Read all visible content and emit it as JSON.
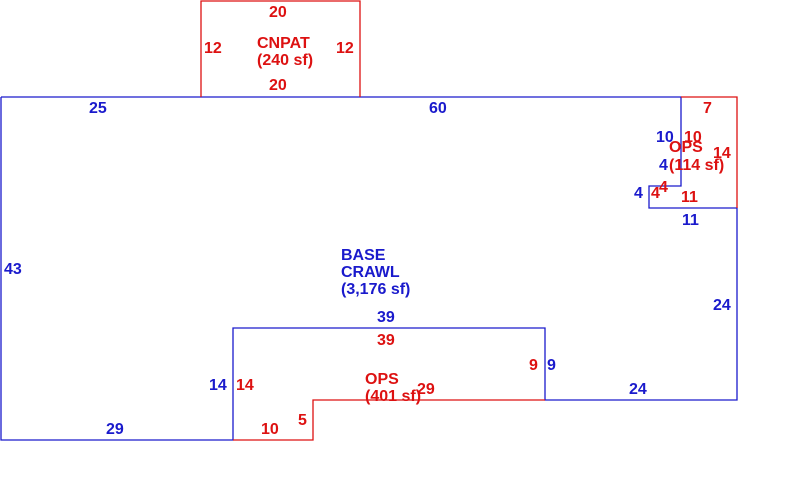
{
  "colors": {
    "base": "#1a1acc",
    "addition": "#dd1111",
    "background": "#ffffff"
  },
  "areas": {
    "cnpat": {
      "name": "CNPAT",
      "area": "(240 sf)"
    },
    "base": {
      "name_line1": "BASE",
      "name_line2": "CRAWL",
      "area": "(3,176 sf)"
    },
    "ops_right": {
      "name": "OPS",
      "area": "(114 sf)"
    },
    "ops_bottom": {
      "name": "OPS",
      "area": "(401 sf)"
    }
  },
  "dimensions": {
    "base_top_left": "25",
    "base_top_right": "60",
    "base_left": "43",
    "base_bottom_left": "29",
    "base_notch_top": "10",
    "base_notch_side": "4",
    "base_notch_left": "4",
    "base_notch_bottom": "11",
    "base_right": "24",
    "base_bottom_right": "24",
    "base_step_right": "9",
    "base_step_top": "39",
    "base_step_left": "14",
    "cnpat_top": "20",
    "cnpat_bottom": "20",
    "cnpat_left": "12",
    "cnpat_right": "12",
    "ops_right_top": "7",
    "ops_right_inner": "10",
    "ops_right_side": "14",
    "ops_right_step": "4",
    "ops_right_left": "4",
    "ops_right_bottom": "11",
    "ops_bottom_top": "39",
    "ops_bottom_right": "9",
    "ops_bottom_left": "14",
    "ops_bottom_bottom": "29",
    "ops_bottom_notch": "5",
    "ops_bottom_notch_bottom": "10"
  }
}
